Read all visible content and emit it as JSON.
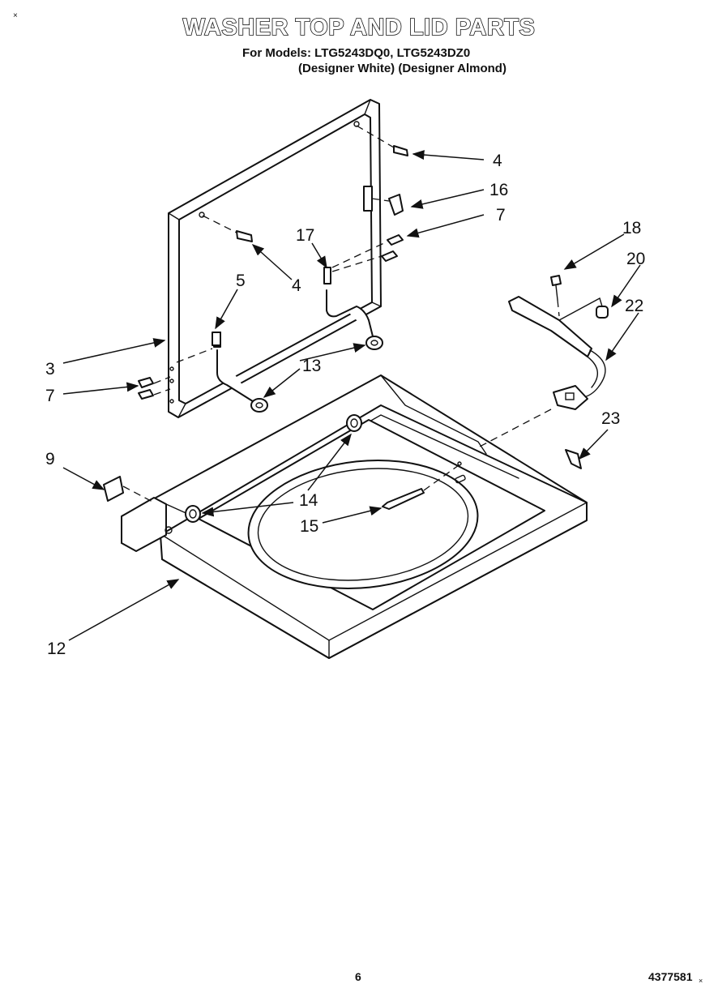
{
  "header": {
    "title": "WASHER TOP AND LID PARTS",
    "models_line": "For Models: LTG5243DQ0, LTG5243DZ0",
    "variants_line": "(Designer White) (Designer Almond)"
  },
  "corner_mark": "×",
  "callouts": {
    "c4a": "4",
    "c16": "16",
    "c7a": "7",
    "c4b": "4",
    "c17": "17",
    "c5": "5",
    "c3": "3",
    "c13": "13",
    "c7b": "7",
    "c18": "18",
    "c20": "20",
    "c22": "22",
    "c23": "23",
    "c9": "9",
    "c14a": "14",
    "c15": "15",
    "c12": "12"
  },
  "footer": {
    "page_number": "6",
    "doc_number": "4377581",
    "doc_number_suffix": "×"
  }
}
